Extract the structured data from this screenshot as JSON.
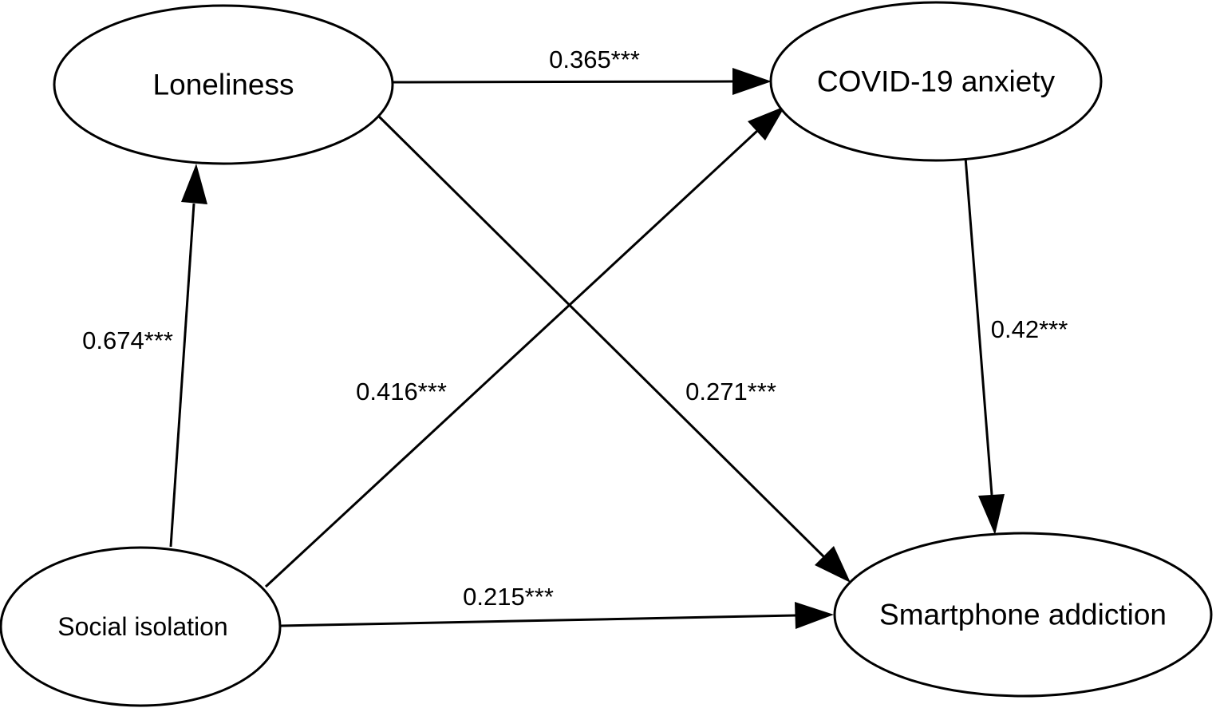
{
  "nodes": {
    "loneliness": "Loneliness",
    "covid_anxiety": "COVID-19 anxiety",
    "social_isolation": "Social isolation",
    "smartphone_addiction": "Smartphone addiction"
  },
  "edges": [
    {
      "from": "Loneliness",
      "to": "COVID-19 anxiety",
      "label": "0.365***"
    },
    {
      "from": "Social isolation",
      "to": "Loneliness",
      "label": "0.674***"
    },
    {
      "from": "Social isolation",
      "to": "COVID-19 anxiety",
      "label": "0.416***"
    },
    {
      "from": "Loneliness",
      "to": "Smartphone addiction",
      "label": "0.271***"
    },
    {
      "from": "COVID-19 anxiety",
      "to": "Smartphone addiction",
      "label": "0.42***"
    },
    {
      "from": "Social isolation",
      "to": "Smartphone addiction",
      "label": "0.215***"
    }
  ],
  "colors": {
    "stroke": "#000000",
    "background": "#ffffff"
  }
}
